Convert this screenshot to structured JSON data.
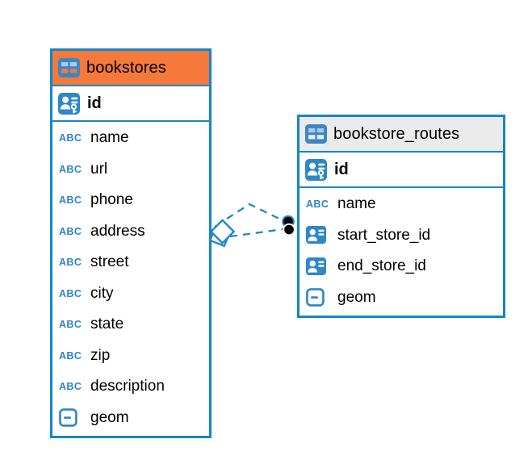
{
  "icons": {
    "abc_label": "ABC"
  },
  "colors": {
    "table_border": "#1287cb",
    "selected_header_bg": "#f5793b",
    "default_header_bg": "#ebebeb",
    "icon_blue": "#2d87c8",
    "relationship_line": "#1e88c9",
    "text": "#000000",
    "row_bg": "#ffffff"
  },
  "tables": [
    {
      "name": "bookstores",
      "selected": true,
      "primary_key": {
        "name": "id",
        "type": "primary-key"
      },
      "columns": [
        {
          "name": "name",
          "type": "text"
        },
        {
          "name": "url",
          "type": "text"
        },
        {
          "name": "phone",
          "type": "text"
        },
        {
          "name": "address",
          "type": "text"
        },
        {
          "name": "street",
          "type": "text"
        },
        {
          "name": "city",
          "type": "text"
        },
        {
          "name": "state",
          "type": "text"
        },
        {
          "name": "zip",
          "type": "text"
        },
        {
          "name": "description",
          "type": "text"
        },
        {
          "name": "geom",
          "type": "geometry"
        }
      ]
    },
    {
      "name": "bookstore_routes",
      "selected": false,
      "primary_key": {
        "name": "id",
        "type": "primary-key"
      },
      "columns": [
        {
          "name": "name",
          "type": "text"
        },
        {
          "name": "start_store_id",
          "type": "reference"
        },
        {
          "name": "end_store_id",
          "type": "reference"
        },
        {
          "name": "geom",
          "type": "geometry"
        }
      ]
    }
  ],
  "relationships": [
    {
      "from_table": "bookstore_routes",
      "from_column": "start_store_id",
      "to_table": "bookstores",
      "line_style": "dashed"
    },
    {
      "from_table": "bookstore_routes",
      "from_column": "end_store_id",
      "to_table": "bookstores",
      "line_style": "dashed"
    }
  ]
}
